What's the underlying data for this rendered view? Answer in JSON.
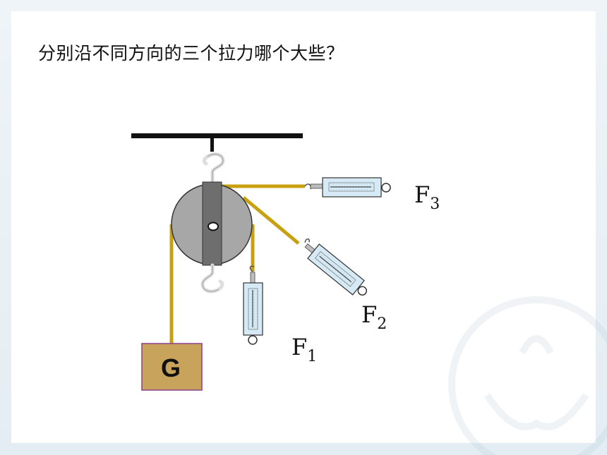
{
  "title": "分别沿不同方向的三个拉力哪个大些？",
  "weight": {
    "label": "G"
  },
  "forces": [
    {
      "id": "F1",
      "letter": "F",
      "sub": "1"
    },
    {
      "id": "F2",
      "letter": "F",
      "sub": "2"
    },
    {
      "id": "F3",
      "letter": "F",
      "sub": "3"
    }
  ],
  "colors": {
    "rope": "#c8a010",
    "pulley": "#a7a7a7",
    "bracket": "#6e6e6e",
    "weight_fill": "#c8a35c",
    "weight_border": "#8c3f8c",
    "scale_fill": "#d6eaf5",
    "background": "#e4edf3",
    "panel": "#ffffff"
  }
}
